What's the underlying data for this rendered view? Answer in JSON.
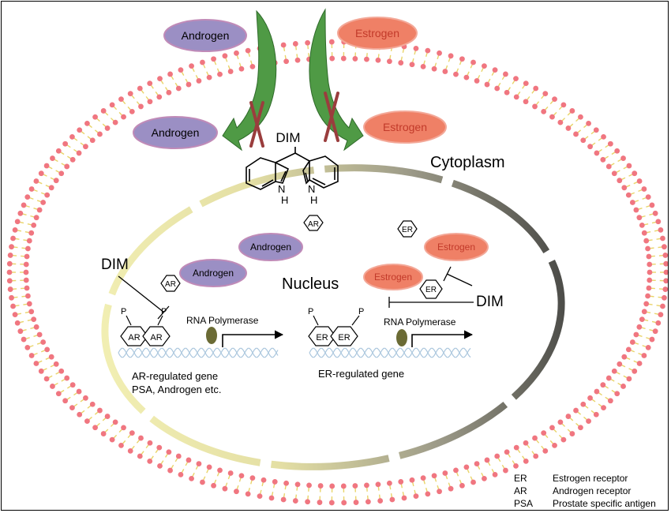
{
  "colors": {
    "androgen_fill": "#9b8fc4",
    "androgen_stroke": "#c08bb8",
    "estrogen_fill": "#ef8066",
    "estrogen_text": "#c23a2a",
    "membrane_head": "#f07680",
    "membrane_tail": "#e9d46a",
    "arrow_green": "#4f9a45",
    "cross_red": "#9a3d3d",
    "nucleus_light": "#f0eba8",
    "nucleus_dark": "#555550",
    "polymerase": "#6b6b35",
    "dna": "#aac6dd"
  },
  "labels": {
    "androgen_out": "Androgen",
    "estrogen_out": "Estrogen",
    "androgen_in": "Androgen",
    "estrogen_in": "Estrogen",
    "dim_top": "DIM",
    "nh_left_n": "N",
    "nh_left_h": "H",
    "nh_right_n": "N",
    "nh_right_h": "H",
    "cytoplasm": "Cytoplasm",
    "nucleus": "Nucleus",
    "ar_free": "AR",
    "er_free": "ER",
    "androgen_free": "Androgen",
    "estrogen_free": "Estrogen",
    "ar_bound": "AR",
    "androgen_bound": "Androgen",
    "dim_left": "DIM",
    "dim_right": "DIM",
    "estrogen_bound": "Estrogen",
    "er_bound": "ER",
    "p_ar1": "P",
    "p_ar2": "P",
    "ar_dimer1": "AR",
    "ar_dimer2": "AR",
    "p_er1": "P",
    "p_er2": "P",
    "er_dimer1": "ER",
    "er_dimer2": "ER",
    "rna_pol_left": "RNA Polymerase",
    "rna_pol_right": "RNA Polymerase",
    "ar_gene_line1": "AR-regulated gene",
    "ar_gene_line2": "PSA, Androgen etc.",
    "er_gene": "ER-regulated gene"
  },
  "legend": [
    {
      "abbr": "ER",
      "full": "Estrogen receptor"
    },
    {
      "abbr": "AR",
      "full": "Androgen receptor"
    },
    {
      "abbr": "PSA",
      "full": "Prostate specific antigen"
    }
  ]
}
